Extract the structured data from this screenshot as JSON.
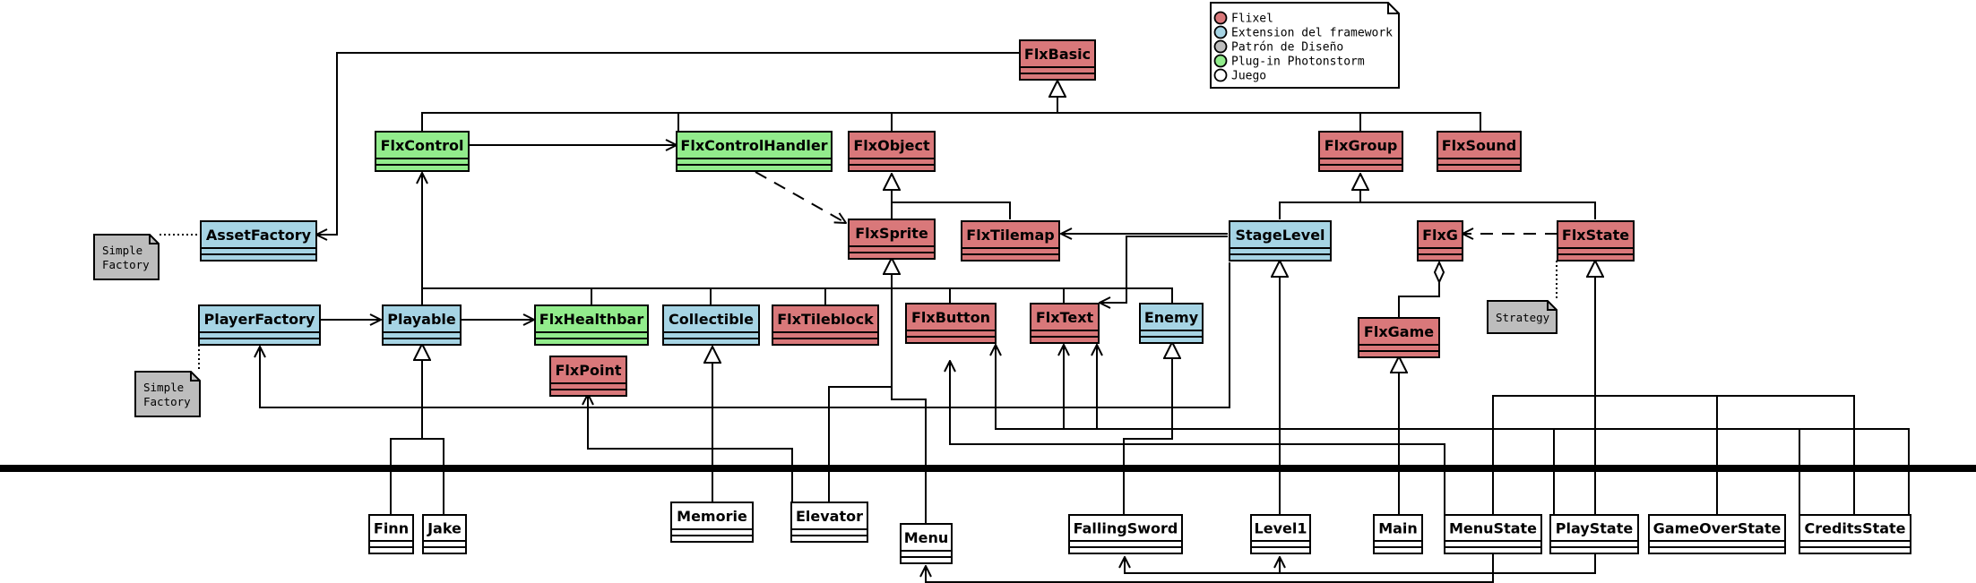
{
  "colors": {
    "flixel": "#d9787a",
    "extension": "#a6d4e4",
    "pattern": "#bdbdbd",
    "photonstorm": "#92ec8c",
    "game": "#ffffff"
  },
  "legend": [
    {
      "label": "Flixel",
      "category": "flixel"
    },
    {
      "label": "Extension del framework",
      "category": "extension"
    },
    {
      "label": "Patrón de Diseño",
      "category": "pattern"
    },
    {
      "label": "Plug-in Photonstorm",
      "category": "photonstorm"
    },
    {
      "label": "Juego",
      "category": "game"
    }
  ],
  "classes": {
    "FlxBasic": {
      "name": "FlxBasic",
      "category": "flixel"
    },
    "FlxControl": {
      "name": "FlxControl",
      "category": "photonstorm"
    },
    "FlxControlHandler": {
      "name": "FlxControlHandler",
      "category": "photonstorm"
    },
    "FlxObject": {
      "name": "FlxObject",
      "category": "flixel"
    },
    "FlxGroup": {
      "name": "FlxGroup",
      "category": "flixel"
    },
    "FlxSound": {
      "name": "FlxSound",
      "category": "flixel"
    },
    "AssetFactory": {
      "name": "AssetFactory",
      "category": "extension"
    },
    "FlxSprite": {
      "name": "FlxSprite",
      "category": "flixel"
    },
    "FlxTilemap": {
      "name": "FlxTilemap",
      "category": "flixel"
    },
    "StageLevel": {
      "name": "StageLevel",
      "category": "extension"
    },
    "FlxG": {
      "name": "FlxG",
      "category": "flixel"
    },
    "FlxState": {
      "name": "FlxState",
      "category": "flixel"
    },
    "PlayerFactory": {
      "name": "PlayerFactory",
      "category": "extension"
    },
    "Playable": {
      "name": "Playable",
      "category": "extension"
    },
    "FlxHealthbar": {
      "name": "FlxHealthbar",
      "category": "photonstorm"
    },
    "Collectible": {
      "name": "Collectible",
      "category": "extension"
    },
    "FlxTileblock": {
      "name": "FlxTileblock",
      "category": "flixel"
    },
    "FlxButton": {
      "name": "FlxButton",
      "category": "flixel"
    },
    "FlxText": {
      "name": "FlxText",
      "category": "flixel"
    },
    "Enemy": {
      "name": "Enemy",
      "category": "extension"
    },
    "FlxGame": {
      "name": "FlxGame",
      "category": "flixel"
    },
    "FlxPoint": {
      "name": "FlxPoint",
      "category": "flixel"
    },
    "Finn": {
      "name": "Finn",
      "category": "game"
    },
    "Jake": {
      "name": "Jake",
      "category": "game"
    },
    "Memorie": {
      "name": "Memorie",
      "category": "game"
    },
    "Elevator": {
      "name": "Elevator",
      "category": "game"
    },
    "Menu": {
      "name": "Menu",
      "category": "game"
    },
    "FallingSword": {
      "name": "FallingSword",
      "category": "game"
    },
    "Level1": {
      "name": "Level1",
      "category": "game"
    },
    "Main": {
      "name": "Main",
      "category": "game"
    },
    "MenuState": {
      "name": "MenuState",
      "category": "game"
    },
    "PlayState": {
      "name": "PlayState",
      "category": "game"
    },
    "GameOverState": {
      "name": "GameOverState",
      "category": "game"
    },
    "CreditsState": {
      "name": "CreditsState",
      "category": "game"
    }
  },
  "notes": {
    "simpleFactory1": [
      "Simple",
      "Factory"
    ],
    "simpleFactory2": [
      "Simple",
      "Factory"
    ],
    "strategy": [
      "Strategy"
    ]
  }
}
